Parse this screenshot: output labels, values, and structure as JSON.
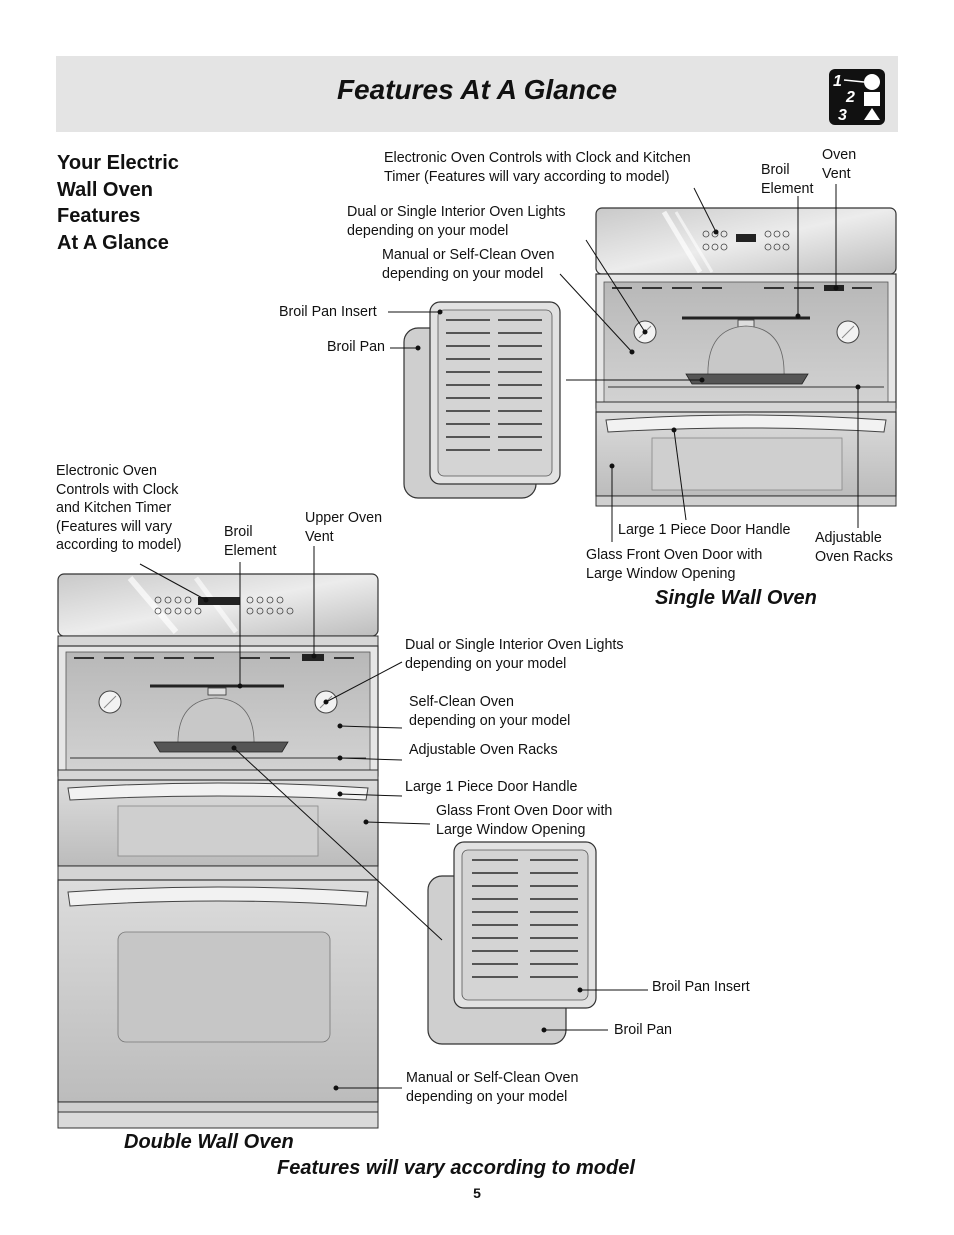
{
  "page": {
    "title": "Features At A Glance",
    "page_number": "5",
    "badge_icon": "steps-1-2-3-icon"
  },
  "sidebar": {
    "heading_lines": [
      "Your Electric",
      "Wall Oven",
      "Features",
      "At A Glance"
    ]
  },
  "single_oven": {
    "caption": "Single Wall Oven",
    "labels": {
      "controls": [
        "Electronic Oven Controls with Clock and Kitchen",
        "Timer (Features will vary according to model)"
      ],
      "broil_element": [
        "Broil",
        "Element"
      ],
      "oven_vent": [
        "Oven",
        "Vent"
      ],
      "lights": [
        "Dual or Single Interior Oven Lights",
        "depending on your model"
      ],
      "clean": [
        "Manual or Self-Clean Oven",
        "depending on your model"
      ],
      "broil_pan_insert": "Broil Pan Insert",
      "broil_pan": "Broil Pan",
      "door_handle": "Large 1 Piece Door Handle",
      "racks": [
        "Adjustable",
        "Oven Racks"
      ],
      "door": [
        "Glass Front Oven Door with",
        "Large Window Opening"
      ]
    }
  },
  "double_oven": {
    "caption": "Double Wall Oven",
    "labels": {
      "controls": [
        "Electronic Oven",
        "Controls with Clock",
        "and Kitchen Timer",
        "(Features will vary",
        "according to model)"
      ],
      "broil_element": [
        "Broil",
        "Element"
      ],
      "upper_vent": [
        "Upper Oven",
        "Vent"
      ],
      "lights": [
        "Dual or Single Interior Oven Lights",
        "depending on your model"
      ],
      "self_clean": [
        "Self-Clean Oven",
        "depending on your model"
      ],
      "racks": "Adjustable Oven Racks",
      "door_handle": "Large 1 Piece Door Handle",
      "door": [
        "Glass Front Oven Door with",
        "Large Window Opening"
      ],
      "broil_pan_insert": "Broil Pan Insert",
      "broil_pan": "Broil Pan",
      "lower_clean": [
        "Manual or Self-Clean Oven",
        "depending on your model"
      ]
    }
  },
  "footer_note": "Features will vary according to model"
}
